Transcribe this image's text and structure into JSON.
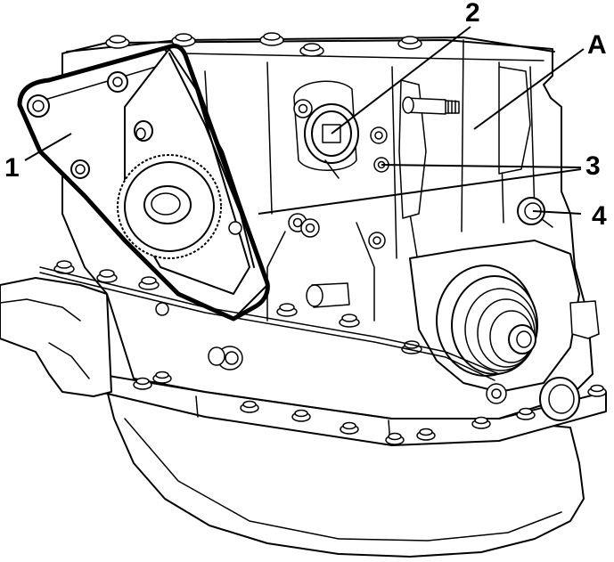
{
  "callouts": {
    "part_1": "1",
    "part_2": "2",
    "part_3": "3",
    "part_4": "4",
    "part_a": "A"
  },
  "colors": {
    "ink": "#000000",
    "paper": "#ffffff",
    "shade": "#dcdcdc"
  }
}
